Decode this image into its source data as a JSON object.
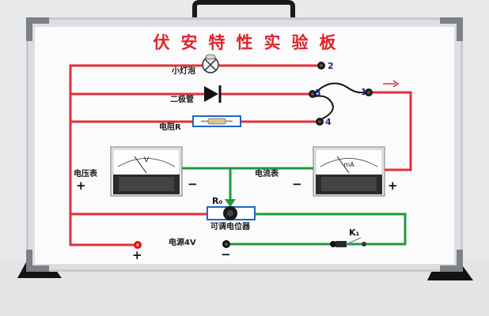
{
  "board": {
    "title": "伏安特性实验板",
    "labels": {
      "bulb": "小灯泡",
      "diode": "二极管",
      "resistor": "电阻R",
      "voltmeter": "电压表",
      "ammeter": "电流表",
      "potentiometer": "可调电位器",
      "power": "电源4V",
      "r0": "R₀",
      "k1": "K₁"
    },
    "terminals": [
      "1",
      "2",
      "3",
      "4"
    ],
    "signs": {
      "volt_plus": "+",
      "volt_minus": "−",
      "amp_minus": "−",
      "amp_plus": "+",
      "power_plus": "+",
      "power_minus": "−"
    },
    "meters": {
      "voltmeter_unit": "V",
      "ammeter_unit": "mA"
    }
  },
  "colors": {
    "wire_red": "#e2303a",
    "wire_green": "#1f9a3a",
    "title_red": "#e0232a",
    "frame": "#c9ccd1",
    "board": "#fbfbfb",
    "stand": "#111111",
    "resistor_outline": "#1e64c8"
  }
}
